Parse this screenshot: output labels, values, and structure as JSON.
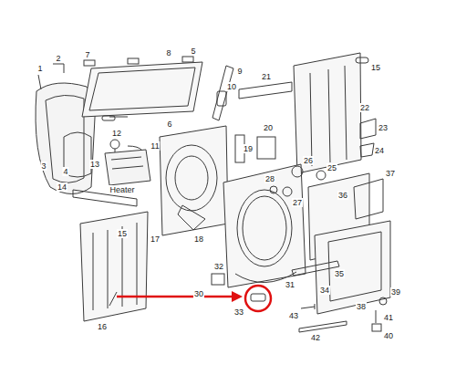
{
  "diagram": {
    "labels": [
      "1",
      "2",
      "7",
      "8",
      "5",
      "9",
      "15",
      "10",
      "21",
      "22",
      "6",
      "3",
      "4",
      "12",
      "11",
      "13",
      "Heater",
      "19",
      "20",
      "26",
      "25",
      "24",
      "23",
      "28",
      "27",
      "14",
      "15",
      "17",
      "18",
      "37",
      "36",
      "16",
      "31",
      "30",
      "32",
      "33",
      "34",
      "35",
      "38",
      "39",
      "43",
      "41",
      "42",
      "40"
    ]
  }
}
